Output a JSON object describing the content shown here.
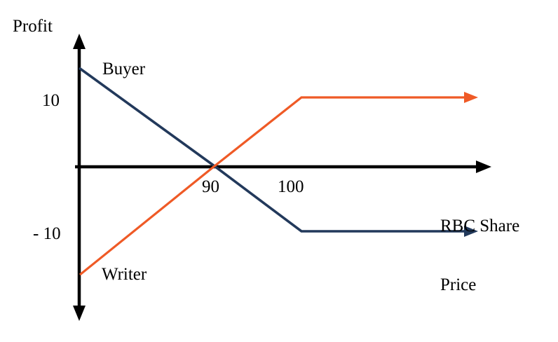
{
  "chart_data": {
    "type": "line",
    "title": "",
    "xlabel": "RBC Share Price",
    "ylabel": "Profit",
    "grid": false,
    "legend_position": "inline-annotations",
    "xtick_labels": [
      "90",
      "100"
    ],
    "xtick_values": [
      90,
      100
    ],
    "ytick_labels": [
      "10",
      "- 10"
    ],
    "ytick_values": [
      10,
      -10
    ],
    "xlim": [
      80,
      143
    ],
    "ylim": [
      -21,
      20
    ],
    "annotations": [
      {
        "text": "Buyer",
        "x": 93,
        "y": 12
      },
      {
        "text": "Writer",
        "x": 93,
        "y": -14
      }
    ],
    "series": [
      {
        "name": "Buyer",
        "color": "#22395b",
        "arrow_end": true,
        "points": [
          {
            "x": 80,
            "y": 15
          },
          {
            "x": 90,
            "y": 0
          },
          {
            "x": 100,
            "y": -10
          },
          {
            "x": 123,
            "y": -10
          }
        ]
      },
      {
        "name": "Writer",
        "color": "#ef5a26",
        "arrow_end": true,
        "points": [
          {
            "x": 80,
            "y": -16.5
          },
          {
            "x": 90,
            "y": 0
          },
          {
            "x": 100,
            "y": 10
          },
          {
            "x": 123,
            "y": 10
          }
        ]
      }
    ]
  },
  "axes": {
    "y_title": "Profit",
    "x_title_line1": "RBC Share",
    "x_title_line2": "Price",
    "y_tick_positive": "10",
    "y_tick_negative": "- 10",
    "x_tick_strike": "90",
    "x_tick_breakeven": "100",
    "axis_color": "#000000"
  },
  "series_labels": {
    "buyer": "Buyer",
    "writer": "Writer"
  },
  "colors": {
    "buyer_line": "#22395b",
    "writer_line": "#ef5a26",
    "axis": "#000000",
    "background": "#ffffff"
  }
}
